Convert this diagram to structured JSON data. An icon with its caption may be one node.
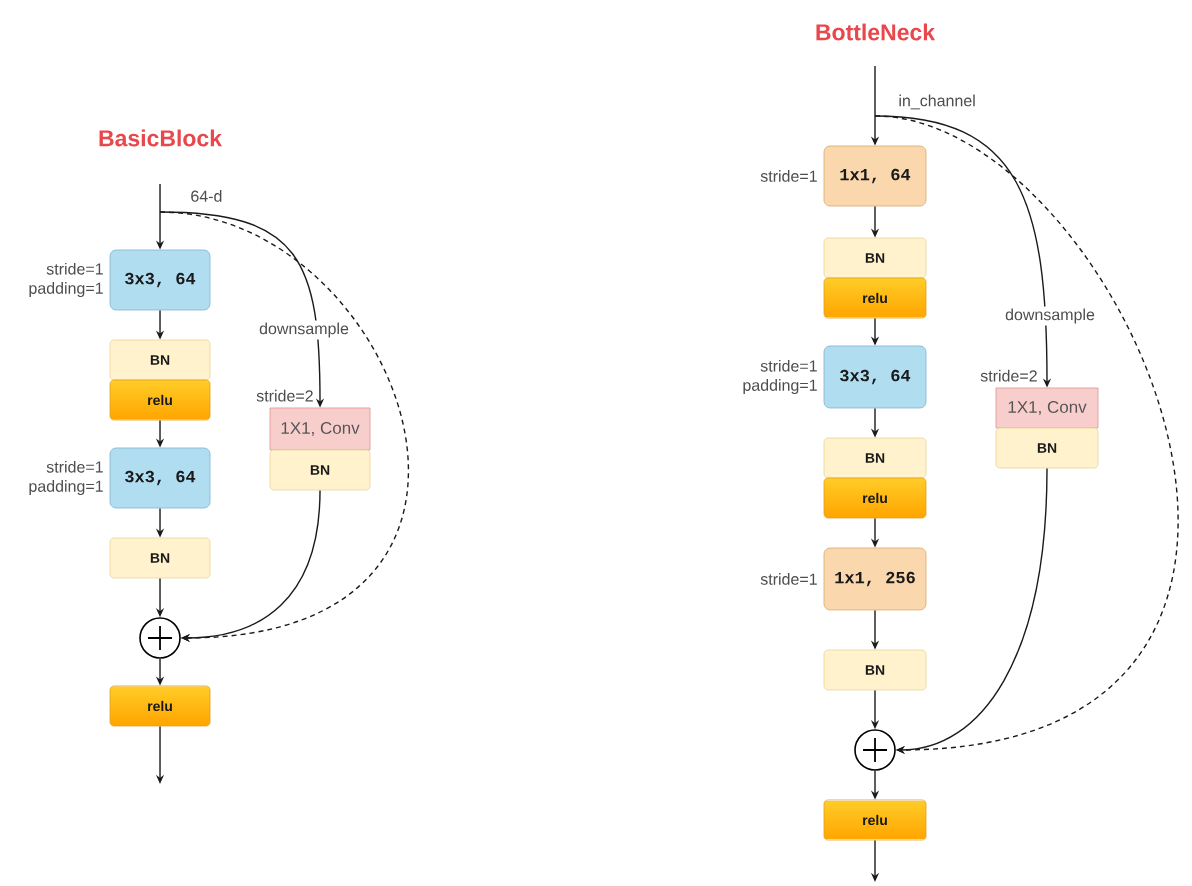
{
  "diagram": {
    "nodes": [
      {
        "text": [
          "3x3, 64"
        ],
        "beside": [
          "stride=1 padding=1"
        ]
      },
      {
        "text": [
          "BN"
        ]
      },
      {
        "text": [
          "relu"
        ]
      },
      {
        "text": [
          "3x3, 64"
        ],
        "beside": [
          "stride=1 padding=1"
        ]
      },
      {
        "text": [
          "BN"
        ]
      },
      {
        "text": [],
        "shape": "circle"
      },
      {
        "text": [
          "relu"
        ]
      },
      {
        "text": [
          "1X1, Conv"
        ],
        "beside": [
          "stride=2"
        ]
      },
      {
        "text": [
          "BN"
        ]
      },
      {
        "text": [
          "1x1, 64"
        ],
        "beside": [
          "stride=1"
        ]
      },
      {
        "text": [
          "BN"
        ]
      },
      {
        "text": [
          "relu"
        ]
      },
      {
        "text": [
          "3x3, 64"
        ],
        "beside": [
          "stride=1 padding=1"
        ]
      },
      {
        "text": [
          "BN"
        ]
      },
      {
        "text": [
          "relu"
        ]
      },
      {
        "text": [
          "1x1, 256"
        ],
        "beside": [
          "stride=1"
        ]
      },
      {
        "text": [
          "BN"
        ]
      },
      {
        "text": [],
        "shape": "circle"
      },
      {
        "text": [
          "relu"
        ]
      },
      {
        "text": [
          "1X1, Conv"
        ],
        "beside": [
          "stride=2"
        ]
      },
      {
        "text": [
          "BN"
        ]
      }
    ],
    "edges": [
      {
        "from": null,
        "to": 0,
        "arrow": "to"
      },
      {
        "from": 0,
        "to": 1,
        "arrow": "to"
      },
      {
        "from": 2,
        "to": 3,
        "arrow": "to"
      },
      {
        "from": 3,
        "to": 4,
        "arrow": "to"
      },
      {
        "from": 4,
        "to": 5,
        "arrow": "to"
      },
      {
        "from": 5,
        "to": 6,
        "arrow": "to"
      },
      {
        "from": 6,
        "to": null,
        "arrow": "to"
      },
      {
        "from": null,
        "to": 7,
        "arrow": "to",
        "label": "downsample"
      },
      {
        "from": 8,
        "to": 5,
        "arrow": "to"
      },
      {
        "from": null,
        "to": 5,
        "arrow": "to",
        "style": "dashed"
      },
      {
        "from": null,
        "to": 9,
        "arrow": "to"
      },
      {
        "from": 9,
        "to": 10,
        "arrow": "to"
      },
      {
        "from": 11,
        "to": 12,
        "arrow": "to"
      },
      {
        "from": 12,
        "to": 13,
        "arrow": "to"
      },
      {
        "from": 14,
        "to": 15,
        "arrow": "to"
      },
      {
        "from": 15,
        "to": 16,
        "arrow": "to"
      },
      {
        "from": 16,
        "to": 17,
        "arrow": "to"
      },
      {
        "from": 17,
        "to": 18,
        "arrow": "to"
      },
      {
        "from": 18,
        "to": null,
        "arrow": "to"
      },
      {
        "from": null,
        "to": 19,
        "arrow": "to",
        "label": "downsample"
      },
      {
        "from": 20,
        "to": 17,
        "arrow": "to"
      },
      {
        "from": null,
        "to": 17,
        "arrow": "to",
        "style": "dashed"
      }
    ],
    "labels": [
      "BasicBlock",
      "64-d",
      "BottleNeck",
      "in_channel"
    ]
  }
}
